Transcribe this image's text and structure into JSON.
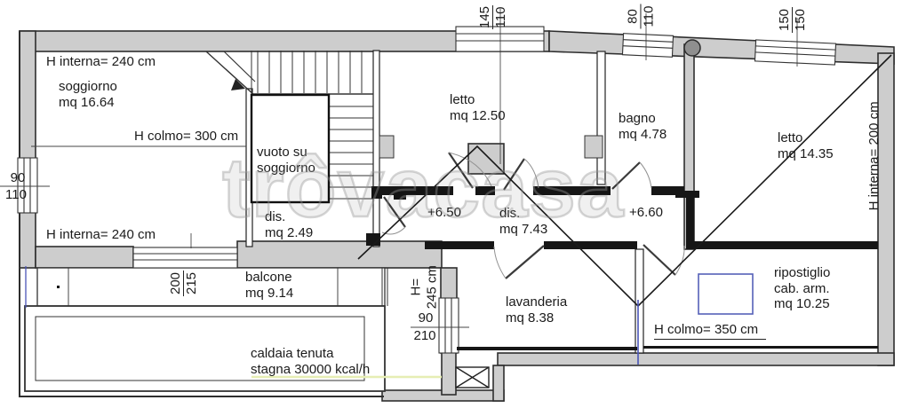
{
  "watermark": "trôvacasa",
  "texts": {
    "h_interna_240_top": "H interna= 240 cm",
    "soggiorno": "soggiorno\nmq 16.64",
    "h_colmo_300": "H colmo= 300 cm",
    "vuoto": "vuoto su\nsoggiorno",
    "letto1": "letto\nmq 12.50",
    "bagno": "bagno\nmq 4.78",
    "letto2": "letto\nmq 14.35",
    "h_interna_200": "H interna= 200 cm",
    "h_interna_240_low": "H interna= 240 cm",
    "dis1": "dis.\nmq 2.49",
    "quota_650": "+6.50",
    "dis2": "dis.\nmq 7.43",
    "quota_660": "+6.60",
    "balcone": "balcone\nmq 9.14",
    "caldaia": "caldaia tenuta\nstagna 30000 kcal/h",
    "h_245": "H=\n245 cm",
    "lavanderia": "lavanderia\nmq 8.38",
    "ripostiglio": "ripostiglio\ncab. arm.\nmq 10.25",
    "h_colmo_350": "H colmo= 350 cm"
  },
  "windows": {
    "w_top_center": {
      "num": "145",
      "den": "110"
    },
    "w_top_bagno": {
      "num": "80",
      "den": "110"
    },
    "w_top_right": {
      "num": "150",
      "den": "150"
    },
    "w_left": {
      "num": "90",
      "den": "110"
    },
    "w_soggiorno_south": {
      "num": "200",
      "den": "215"
    },
    "w_lavanderia": {
      "num": "90",
      "den": "210"
    }
  },
  "colors": {
    "wall_fill": "#cdcdcd",
    "wall_outline": "#2e2e2e",
    "partition_black": "#161616",
    "accent_blue": "#4a55b8",
    "highlight_yellow": "#e6eeb4",
    "flue_gray": "#8f8f8f",
    "watermark_gray": "#d2d2d2",
    "text": "#1b1b1b"
  }
}
